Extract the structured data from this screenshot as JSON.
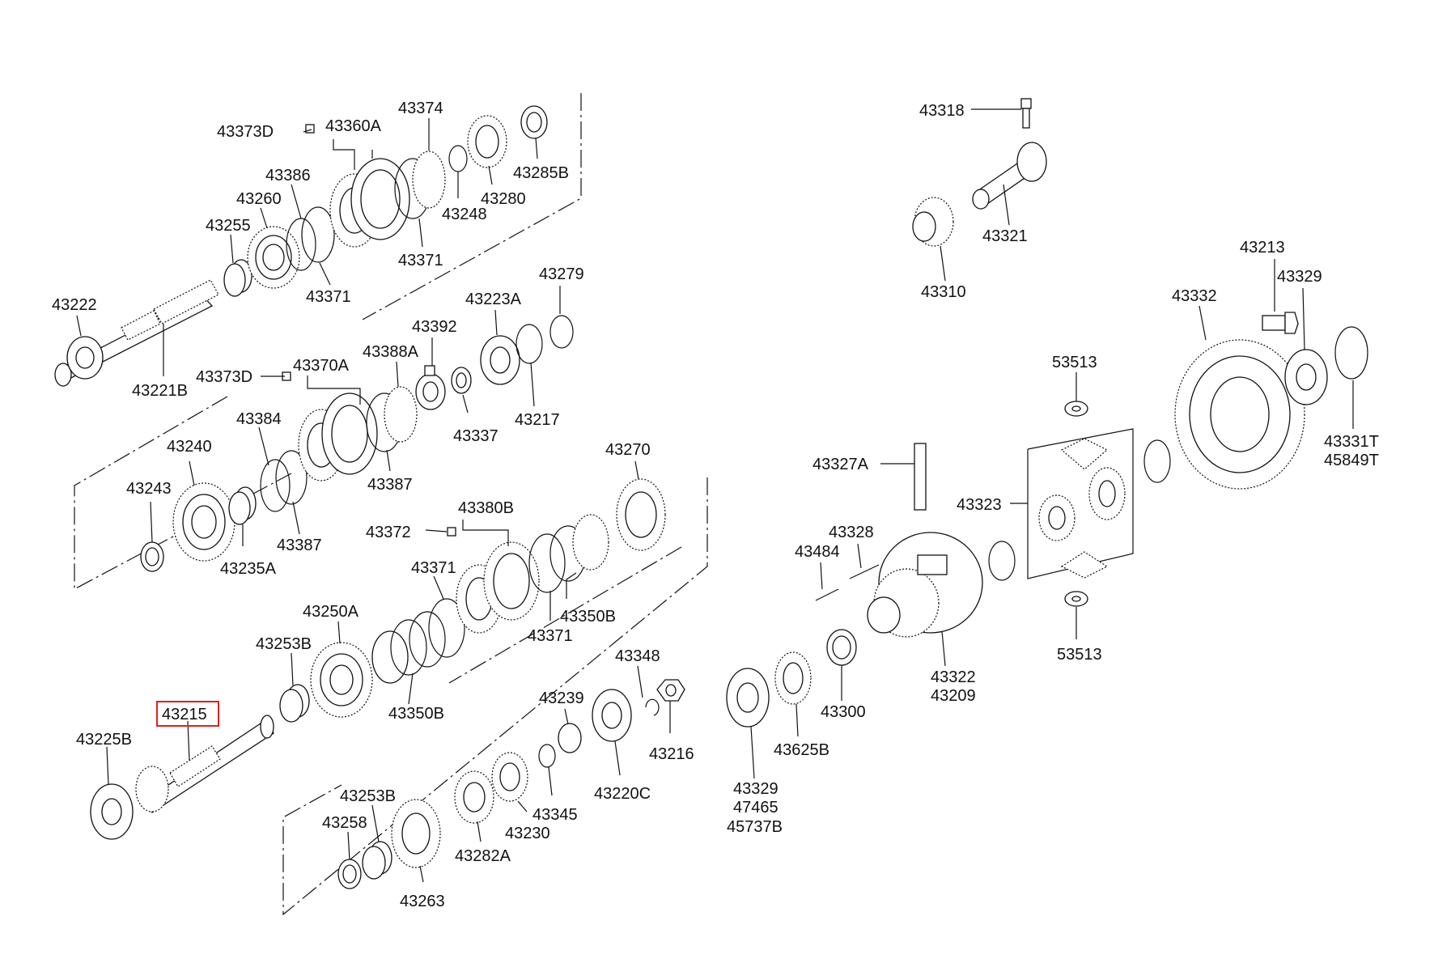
{
  "diagram": {
    "highlighted_part": "43215",
    "highlight_color": "#e0201c",
    "labels": {
      "l43373D_a": "43373D",
      "l43360A": "43360A",
      "l43374": "43374",
      "l43386": "43386",
      "l43260": "43260",
      "l43255": "43255",
      "l43222": "43222",
      "l43221B": "43221B",
      "l43371_a": "43371",
      "l43371_b": "43371",
      "l43248": "43248",
      "l43280": "43280",
      "l43285B": "43285B",
      "l43279": "43279",
      "l43223A": "43223A",
      "l43392": "43392",
      "l43388A": "43388A",
      "l43370A": "43370A",
      "l43373D_b": "43373D",
      "l43337": "43337",
      "l43217": "43217",
      "l43384": "43384",
      "l43240": "43240",
      "l43243": "43243",
      "l43235A": "43235A",
      "l43387_a": "43387",
      "l43387_b": "43387",
      "l43270": "43270",
      "l43380B": "43380B",
      "l43372": "43372",
      "l43371_c": "43371",
      "l43371_d": "43371",
      "l43350B_a": "43350B",
      "l43350B_b": "43350B",
      "l43250A": "43250A",
      "l43253B_a": "43253B",
      "l43215": "43215",
      "l43225B": "43225B",
      "l43348": "43348",
      "l43239": "43239",
      "l43216": "43216",
      "l43220C": "43220C",
      "l43345": "43345",
      "l43230": "43230",
      "l43253B_b": "43253B",
      "l43258": "43258",
      "l43282A": "43282A",
      "l43263": "43263",
      "l43329_a": "43329",
      "l47465": "47465",
      "l45737B": "45737B",
      "l43625B": "43625B",
      "l43300": "43300",
      "l43322": "43322",
      "l43209": "43209",
      "l43318": "43318",
      "l43321": "43321",
      "l43310": "43310",
      "l43213": "43213",
      "l43329_b": "43329",
      "l43332": "43332",
      "l43331T": "43331T",
      "l45849T": "45849T",
      "l53513_a": "53513",
      "l53513_b": "53513",
      "l43323": "43323",
      "l43327A": "43327A",
      "l43328": "43328",
      "l43484": "43484"
    }
  }
}
